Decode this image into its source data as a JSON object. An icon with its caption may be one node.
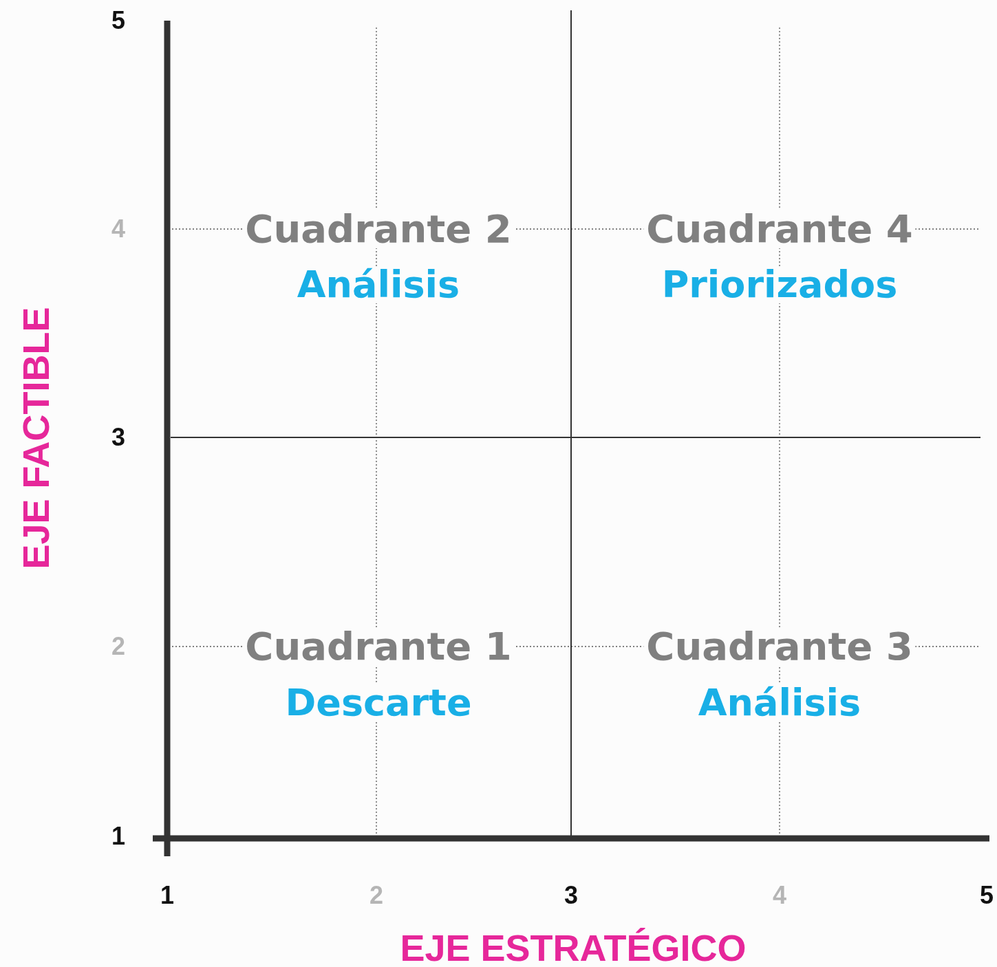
{
  "diagram": {
    "labels": [
      "5",
      "4",
      "Cuadrante 2",
      "Análisis",
      "Cuadrante 4",
      "Priorizados",
      "EJE FACTIBLE",
      "3",
      "2",
      "Cuadrante 1",
      "Descarte",
      "Cuadrante 3",
      "Análisis",
      "1",
      "1",
      "2",
      "3",
      "4",
      "5",
      "EJE ESTRATÉGICO"
    ]
  }
}
